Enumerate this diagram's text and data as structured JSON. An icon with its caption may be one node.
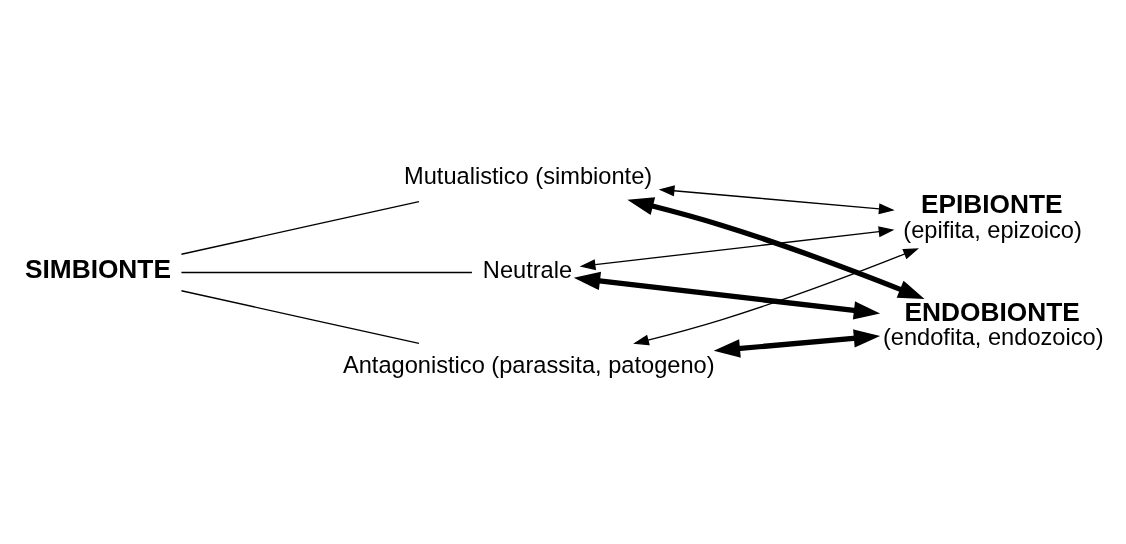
{
  "diagram": {
    "nodes": [
      {
        "text": [
          "SIMBIONTE"
        ]
      },
      {
        "text": [
          "Mutualistico (simbionte)"
        ]
      },
      {
        "text": [
          "Neutrale"
        ]
      },
      {
        "text": [
          "Antagonistico (parassita, patogeno)"
        ]
      },
      {
        "text": [
          "EPIBIONTE",
          "(epifita, epizoico)"
        ]
      },
      {
        "text": [
          "ENDOBIONTE",
          "(endofita, endozoico)"
        ]
      }
    ],
    "edges": [
      {
        "from": 0,
        "to": 1,
        "arrow": "none"
      },
      {
        "from": 0,
        "to": 2,
        "arrow": "none"
      },
      {
        "from": 0,
        "to": 3,
        "arrow": "none"
      },
      {
        "from": 1,
        "to": 4,
        "arrow": "both"
      },
      {
        "from": 1,
        "to": 5,
        "arrow": "both",
        "style": "thick"
      },
      {
        "from": 2,
        "to": 4,
        "arrow": "both"
      },
      {
        "from": 2,
        "to": 5,
        "arrow": "both",
        "style": "thick"
      },
      {
        "from": 3,
        "to": 4,
        "arrow": "both"
      },
      {
        "from": 3,
        "to": 5,
        "arrow": "both",
        "style": "thick"
      }
    ]
  }
}
